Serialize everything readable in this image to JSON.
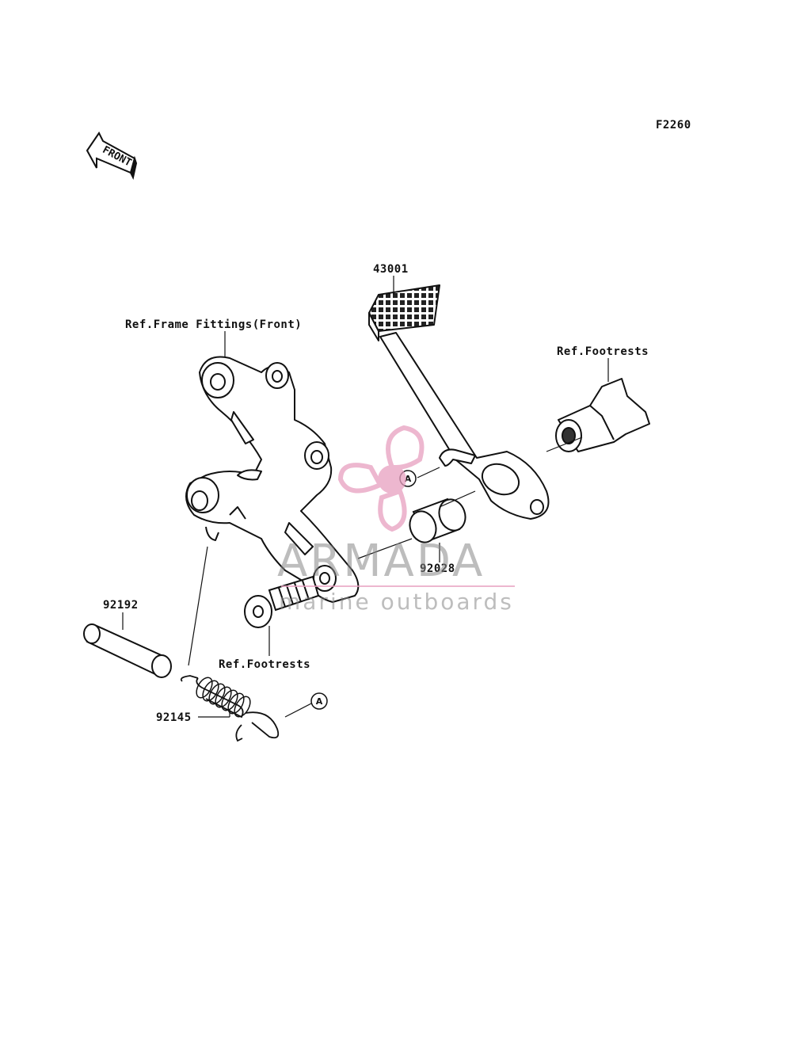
{
  "figure_code": "F2260",
  "front_arrow_label": "FRONT",
  "parts": [
    {
      "id": "p43001",
      "number": "43001"
    },
    {
      "id": "p92028",
      "number": "92028"
    },
    {
      "id": "p92192",
      "number": "92192"
    },
    {
      "id": "p92145",
      "number": "92145"
    }
  ],
  "references": {
    "frame_fittings": "Ref.Frame Fittings(Front)",
    "footrests_top": "Ref.Footrests",
    "footrests_bottom": "Ref.Footrests"
  },
  "connector_label": "A",
  "watermark": {
    "brand": "ARMADA",
    "tagline": "marine outboards",
    "accent_color": "#e8a0c0",
    "text_color": "#888888"
  }
}
